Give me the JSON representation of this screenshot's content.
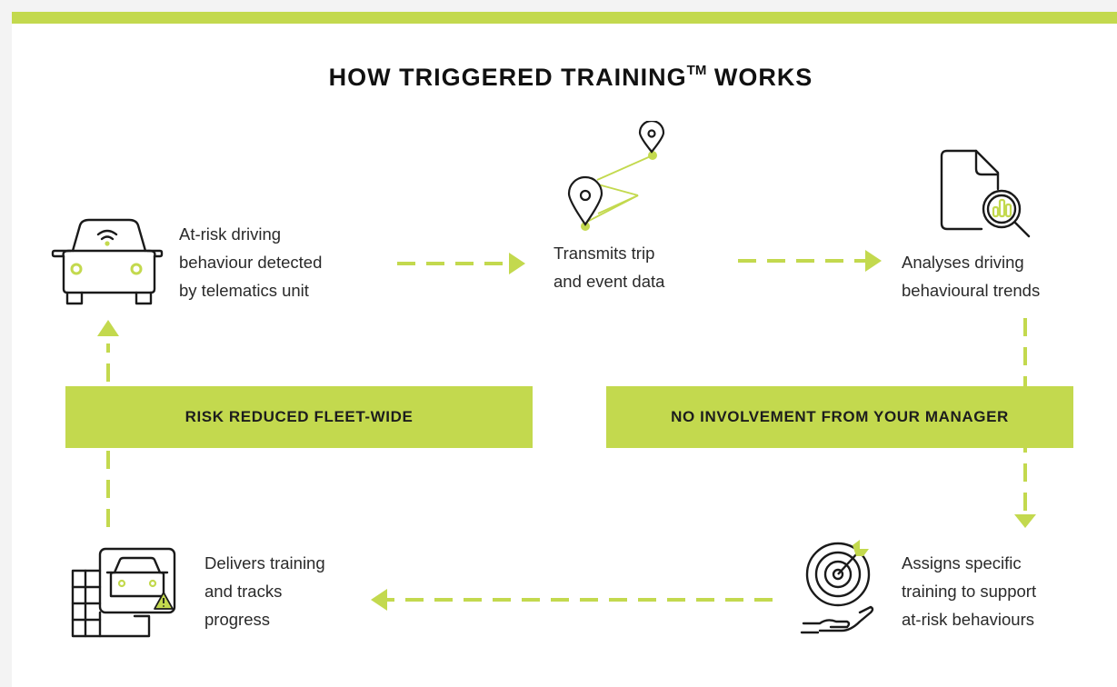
{
  "title": "HOW TRIGGERED TRAINING",
  "title_mark": "TM",
  "title_suffix": " WORKS",
  "steps": {
    "detect": "At-risk driving\nbehaviour detected\nby telematics unit",
    "transmit": "Transmits trip\nand event data",
    "analyse": "Analyses driving\nbehavioural trends",
    "assign": "Assigns specific\ntraining to support\nat-risk behaviours",
    "deliver": "Delivers training\nand tracks\nprogress"
  },
  "banners": {
    "left": "RISK REDUCED FLEET-WIDE",
    "right": "NO INVOLVEMENT FROM YOUR MANAGER"
  },
  "colors": {
    "accent": "#c3d94e",
    "text": "#222222",
    "background": "#ffffff"
  },
  "icons": {
    "detect": "car-wifi-icon",
    "transmit": "map-pins-icon",
    "analyse": "document-magnifier-icon",
    "assign": "target-hand-icon",
    "deliver": "training-screen-icon"
  }
}
